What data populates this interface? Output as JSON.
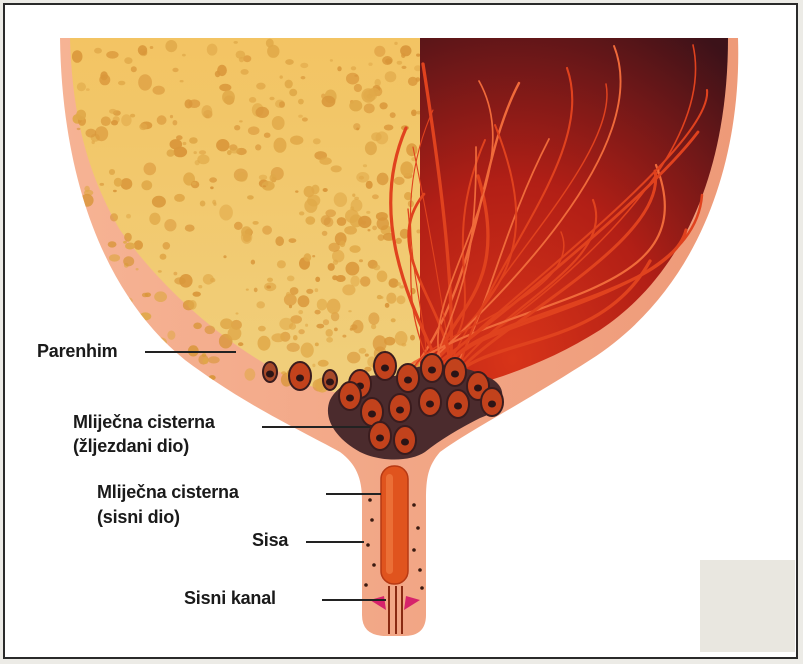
{
  "labels": {
    "parenhim": "Parenhim",
    "cisterna_zlj_line1": "Mliječna cisterna",
    "cisterna_zlj_line2": "(žljezdani dio)",
    "cisterna_sis_line1": "Mliječna cisterna",
    "cisterna_sis_line2": "(sisni dio)",
    "sisa": "Sisa",
    "sisni_kanal": "Sisni kanal"
  },
  "colors": {
    "udder_skin": "#f2a27f",
    "parenchyma": "#f1c55a",
    "parenchyma_dark": "#d9963a",
    "vascular_dark": "#4a1a1e",
    "vascular_red": "#c8281a",
    "vessel": "#e0421e",
    "cistern": "#4b2b2d",
    "teat_cistern": "#e0541e",
    "label_line": "#222222"
  }
}
